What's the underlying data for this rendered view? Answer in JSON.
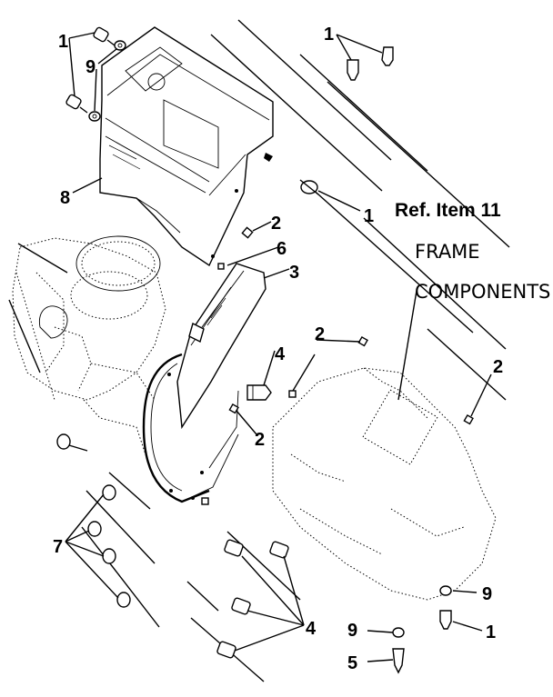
{
  "diagram": {
    "ref_item": "Ref. Item 11",
    "frame_label_line1": "FRAME",
    "frame_label_line2": "COMPONENTS",
    "callouts": {
      "c1_top_left": "1",
      "c9_top_left": "9",
      "c1_top_right": "1",
      "c8": "8",
      "c1_mid_right": "1",
      "c2_a": "2",
      "c6": "6",
      "c3": "3",
      "c2_b": "2",
      "c4_a": "4",
      "c2_c": "2",
      "c2_d": "2",
      "c7": "7",
      "c4_b": "4",
      "c9_bottom_right": "9",
      "c1_bottom_right": "1",
      "c9_bottom": "9",
      "c5": "5"
    }
  }
}
